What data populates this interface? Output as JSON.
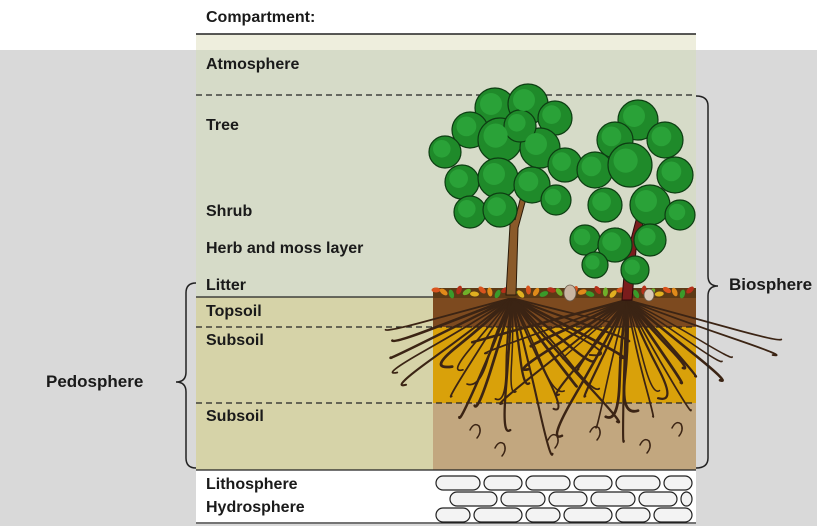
{
  "header": {
    "title": "Compartment:"
  },
  "layers": {
    "atmosphere": "Atmosphere",
    "tree": "Tree",
    "shrub": "Shrub",
    "herb": "Herb and moss layer",
    "litter": "Litter",
    "topsoil": "Topsoil",
    "subsoil_upper": "Subsoil",
    "subsoil_lower": "Subsoil",
    "lithosphere": "Lithosphere",
    "hydrosphere": "Hydrosphere"
  },
  "spheres": {
    "pedosphere": "Pedosphere",
    "biosphere": "Biosphere"
  },
  "colors": {
    "page_band": "#d9d9d9",
    "header_band": "#eeeedd",
    "green_band": "#d6dbc8",
    "topsoil_panel": "#d7d3a8",
    "subsoil_panel": "#d5d2a7",
    "topsoil_ground": "#7d4a1f",
    "upper_subsoil_ground": "#d9a10a",
    "lower_subsoil_ground": "#c2a77f",
    "foliage": "#1f8a2a",
    "trunk_light": "#8a5a2a",
    "trunk_dark": "#7a1c1c",
    "roots": "#3b2414",
    "rock": "#f3f3f3"
  }
}
